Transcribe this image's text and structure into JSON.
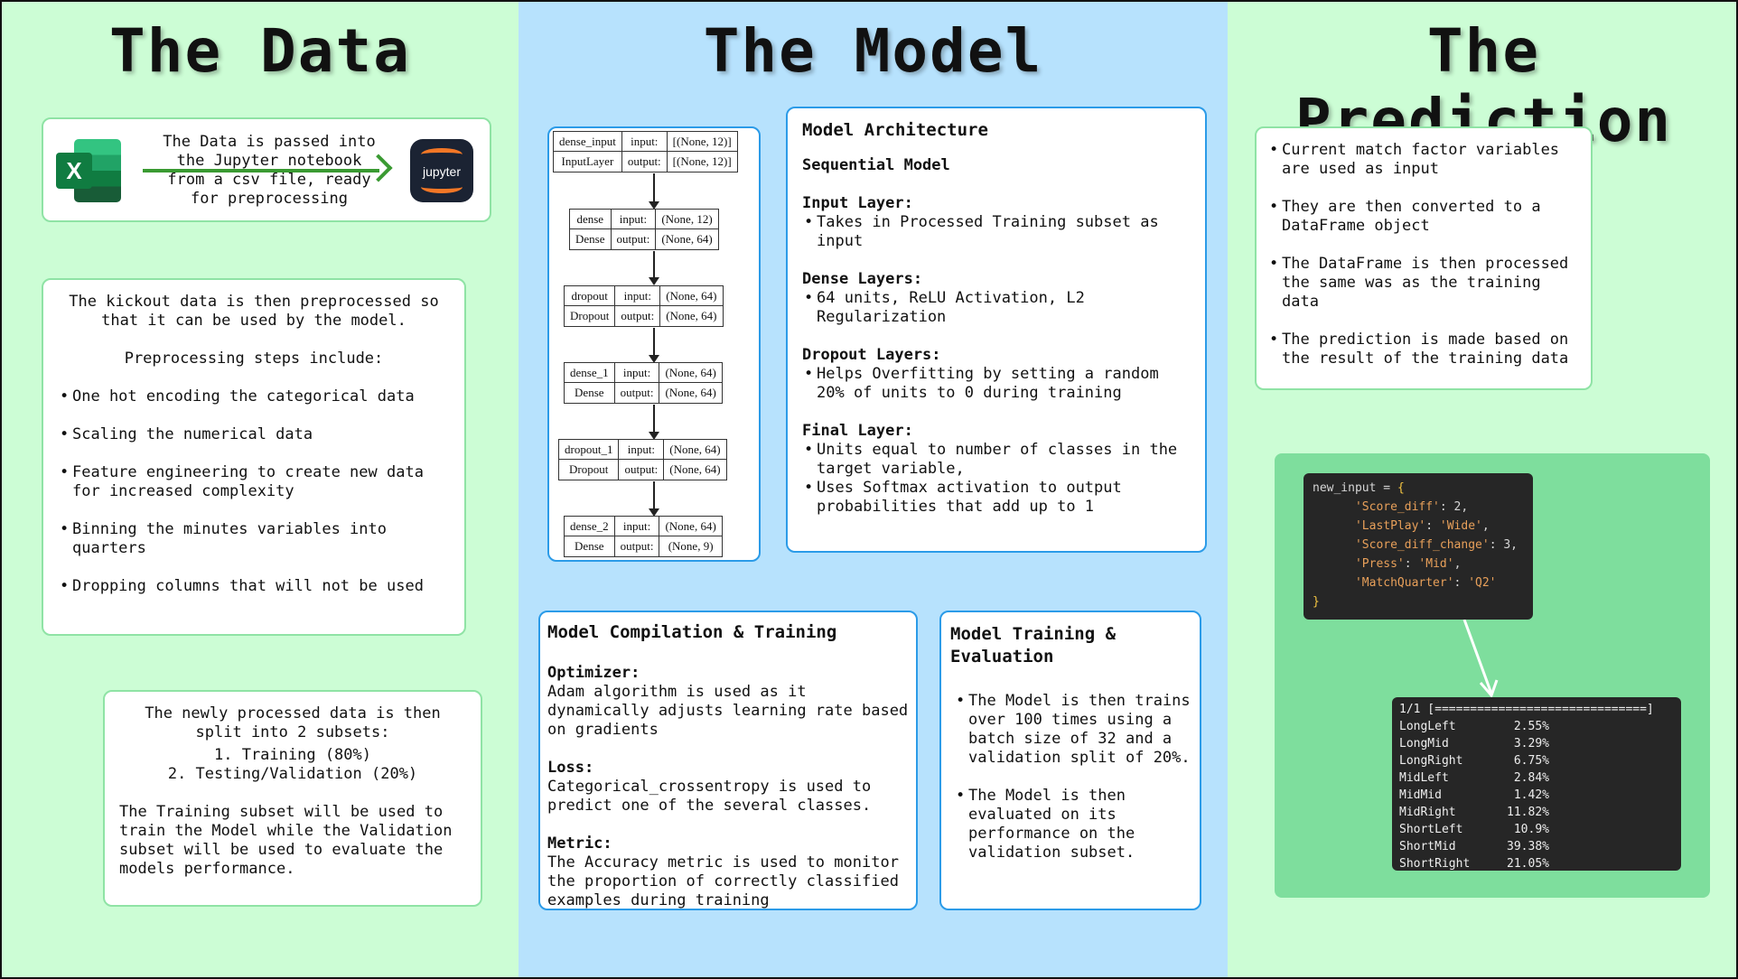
{
  "columns": {
    "data_title": "The Data",
    "model_title": "The Model",
    "prediction_title": "The Prediction"
  },
  "data": {
    "ingest_text": [
      "The Data is passed into",
      "the Jupyter notebook",
      "from a csv file, ready",
      "for preprocessing"
    ],
    "excel_icon_letter": "X",
    "jupyter_label": "jupyter",
    "preprocess": {
      "intro": "The kickout data is then preprocessed so that it can be used by the model.",
      "steps_heading": "Preprocessing steps include:",
      "steps": [
        "One hot encoding the categorical data",
        "Scaling the numerical data",
        "Feature engineering to create new data for increased complexity",
        "Binning the minutes variables into quarters",
        "Dropping columns that will not be used"
      ]
    },
    "split": {
      "intro": "The newly processed data is then split into 2 subsets:",
      "items": [
        "1. Training (80%)",
        "2. Testing/Validation (20%)"
      ],
      "outro": "The Training subset will be used to train the Model while the Validation subset will be used to evaluate the models performance."
    }
  },
  "model": {
    "layers": [
      {
        "name": "dense_input",
        "type": "InputLayer",
        "in_label": "input:",
        "out_label": "output:",
        "in": "[(None, 12)]",
        "out": "[(None, 12)]"
      },
      {
        "name": "dense",
        "type": "Dense",
        "in_label": "input:",
        "out_label": "output:",
        "in": "(None, 12)",
        "out": "(None, 64)"
      },
      {
        "name": "dropout",
        "type": "Dropout",
        "in_label": "input:",
        "out_label": "output:",
        "in": "(None, 64)",
        "out": "(None, 64)"
      },
      {
        "name": "dense_1",
        "type": "Dense",
        "in_label": "input:",
        "out_label": "output:",
        "in": "(None, 64)",
        "out": "(None, 64)"
      },
      {
        "name": "dropout_1",
        "type": "Dropout",
        "in_label": "input:",
        "out_label": "output:",
        "in": "(None, 64)",
        "out": "(None, 64)"
      },
      {
        "name": "dense_2",
        "type": "Dense",
        "in_label": "input:",
        "out_label": "output:",
        "in": "(None, 64)",
        "out": "(None, 9)"
      }
    ],
    "architecture": {
      "title": "Model Architecture",
      "subtitle": "Sequential Model",
      "sections": [
        {
          "heading": "Input Layer:",
          "items": [
            "Takes in Processed Training subset as input"
          ]
        },
        {
          "heading": "Dense Layers:",
          "items": [
            "64 units, ReLU Activation, L2 Regularization"
          ]
        },
        {
          "heading": "Dropout Layers:",
          "items": [
            "Helps Overfitting by setting a random 20% of units to 0 during training"
          ]
        },
        {
          "heading": "Final Layer:",
          "items": [
            "Units equal to number of classes in the target variable,",
            "Uses Softmax activation to output probabilities that add up to 1"
          ]
        }
      ]
    },
    "compilation": {
      "title": "Model Compilation & Training",
      "sections": [
        {
          "heading": "Optimizer:",
          "text": "Adam algorithm is used as it dynamically adjusts learning rate based on gradients"
        },
        {
          "heading": "Loss:",
          "text": "Categorical_crossentropy is used to predict one of the several classes."
        },
        {
          "heading": "Metric:",
          "text": "The Accuracy metric is used to monitor the proportion of correctly classified examples during training"
        }
      ]
    },
    "training": {
      "title": "Model Training & Evaluation",
      "items": [
        "The Model is then trains over 100 times using a batch size of 32 and a validation split of 20%.",
        "The Model is then evaluated on its performance on the validation subset."
      ]
    }
  },
  "prediction": {
    "steps": [
      "Current match factor variables are used as input",
      "They are then converted to a DataFrame object",
      "The DataFrame is then processed the same was as the training data",
      "The prediction is made based on the result of the training data"
    ],
    "code": {
      "var": "new_input",
      "assign": " = ",
      "open": "{",
      "close": "}",
      "entries": [
        {
          "key": "'Score_diff'",
          "value": "2"
        },
        {
          "key": "'LastPlay'",
          "value": "'Wide'"
        },
        {
          "key": "'Score_diff_change'",
          "value": "3"
        },
        {
          "key": "'Press'",
          "value": "'Mid'"
        },
        {
          "key": "'MatchQuarter'",
          "value": "'Q2'"
        }
      ]
    },
    "output": {
      "progress": "1/1 [==============================]",
      "rows": [
        {
          "label": "LongLeft",
          "value": "2.55%"
        },
        {
          "label": "LongMid",
          "value": "3.29%"
        },
        {
          "label": "LongRight",
          "value": "6.75%"
        },
        {
          "label": "MidLeft",
          "value": "2.84%"
        },
        {
          "label": "MidMid",
          "value": "1.42%"
        },
        {
          "label": "MidRight",
          "value": "11.82%"
        },
        {
          "label": "ShortLeft",
          "value": "10.9%"
        },
        {
          "label": "ShortMid",
          "value": "39.38%"
        },
        {
          "label": "ShortRight",
          "value": "21.05%"
        }
      ]
    }
  }
}
